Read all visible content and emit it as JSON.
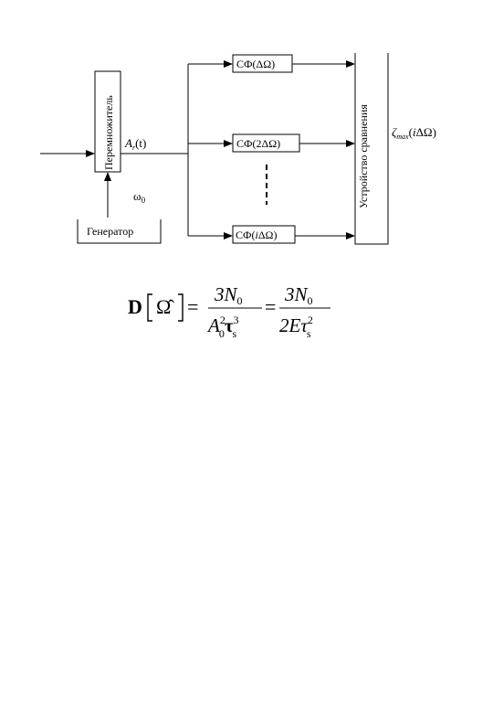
{
  "diagram": {
    "multiplier_label": "Перемножитель",
    "amplitude_label": "A",
    "amplitude_sub": "r",
    "amplitude_arg": "(t)",
    "generator_label": "Генератор",
    "omega0_label": "ω",
    "omega0_sub": "0",
    "filters": [
      {
        "label": "СФ(ΔΩ)"
      },
      {
        "label": "СФ(2ΔΩ)"
      },
      {
        "label_prefix": "СФ(",
        "label_i": "i",
        "label_suffix": "ΔΩ)"
      }
    ],
    "comparator_label": "Устройство сравнения",
    "output_symbol": "ζ",
    "output_sub": "max",
    "output_arg_prefix": "(",
    "output_arg_i": "i",
    "output_arg_suffix": "ΔΩ)"
  },
  "formula": {
    "D": "D",
    "omega_hat": "Ω̂",
    "eq": "=",
    "num1": "3N",
    "num1_sub": "0",
    "den1_A": "A",
    "den1_A_sup": "2",
    "den1_A_sub": "0",
    "den1_tau": "τ",
    "den1_tau_sup": "3",
    "den1_tau_sub": "s",
    "num2": "3N",
    "num2_sub": "0",
    "den2": "2Eτ",
    "den2_sup": "2",
    "den2_sub": "s"
  }
}
